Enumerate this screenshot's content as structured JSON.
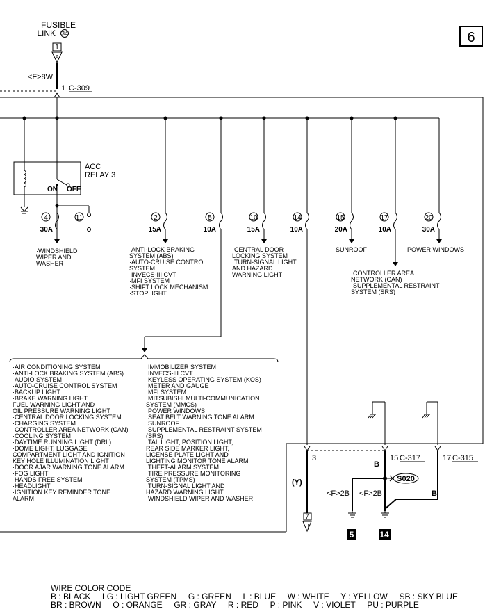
{
  "page_number": "6",
  "source": {
    "title_line1": "FUSIBLE",
    "title_line2": "LINK",
    "link_number": "34",
    "terminal": "1",
    "connector_code": "A"
  },
  "main_wire": {
    "spec": "<F>8W",
    "pin": "1",
    "connector": "C-309"
  },
  "relay": {
    "line1": "ACC",
    "line2": "RELAY 3",
    "on_label": "ON",
    "off_label": "OFF"
  },
  "fuses": [
    {
      "num": "4",
      "amp": "30A"
    },
    {
      "num": "11",
      "amp": ""
    },
    {
      "num": "2",
      "amp": "15A"
    },
    {
      "num": "5",
      "amp": "10A"
    },
    {
      "num": "10",
      "amp": "15A"
    },
    {
      "num": "14",
      "amp": "10A"
    },
    {
      "num": "15",
      "amp": "20A"
    },
    {
      "num": "17",
      "amp": "10A"
    },
    {
      "num": "20",
      "amp": "30A"
    }
  ],
  "fuse4_loads": [
    "·WINDSHIELD",
    "WIPER AND",
    "WASHER"
  ],
  "fuse2_loads": [
    "·ANTI-LOCK BRAKING",
    "SYSTEM (ABS)",
    "·AUTO-CRUISE CONTROL",
    "SYSTEM",
    "·INVECS-III CVT",
    "·MFI SYSTEM",
    "·SHIFT LOCK MECHANISM",
    "·STOPLIGHT"
  ],
  "fuse10_loads": [
    "·CENTRAL DOOR",
    "LOCKING SYSTEM",
    "·TURN-SIGNAL LIGHT",
    "AND HAZARD",
    "WARNING LIGHT"
  ],
  "fuse15_load": "SUNROOF",
  "fuse20_load": "POWER WINDOWS",
  "fuse17_loads": [
    "·CONTROLLER AREA",
    "NETWORK (CAN)",
    "·SUPPLEMENTAL RESTRAINT",
    "SYSTEM (SRS)"
  ],
  "fuse5_loads_left": [
    "·AIR CONDITIONING SYSTEM",
    "·ANTI-LOCK BRAKING SYSTEM (ABS)",
    "·AUDIO SYSTEM",
    "·AUTO-CRUISE CONTROL SYSTEM",
    "·BACKUP LIGHT",
    "·BRAKE WARNING LIGHT,",
    "FUEL WARNING LIGHT AND",
    "OIL PRESSURE WARNING LIGHT",
    "·CENTRAL DOOR LOCKING SYSTEM",
    "·CHARGING SYSTEM",
    "·CONTROLLER AREA NETWORK (CAN)",
    "·COOLING SYSTEM",
    "·DAYTIME RUNNING LIGHT (DRL)",
    "·DOME LIGHT, LUGGAGE",
    "COMPARTMENT LIGHT AND IGNITION",
    "KEY HOLE ILLUMINATION LIGHT",
    "·DOOR AJAR WARNING TONE ALARM",
    "·FOG LIGHT",
    "·HANDS FREE SYSTEM",
    "·HEADLIGHT",
    "·IGNITION KEY REMINDER TONE",
    "ALARM"
  ],
  "fuse5_loads_right": [
    "·IMMOBILIZER SYSTEM",
    "·INVECS-III CVT",
    "·KEYLESS OPERATING SYSTEM (KOS)",
    "·METER AND GAUGE",
    "·MFI SYSTEM",
    "·MITSUBISHI MULTI-COMMUNICATION",
    "SYSTEM (MMCS)",
    "·POWER WINDOWS",
    "·SEAT BELT WARNING TONE ALARM",
    "·SUNROOF",
    "·SUPPLEMENTAL RESTRAINT SYSTEM",
    "(SRS)",
    "·TAILLIGHT, POSITION LIGHT,",
    "REAR SIDE MARKER LIGHT,",
    "LICENSE PLATE LIGHT AND",
    "LIGHTING MONITOR TONE ALARM",
    "·THEFT-ALARM SYSTEM",
    "·TIRE PRESSURE MONITORING",
    "SYSTEM (TPMS)",
    "·TURN-SIGNAL LIGHT AND",
    "HAZARD WARNING LIGHT",
    "·WINDSHIELD WIPER AND WASHER"
  ],
  "ground_section": {
    "pin_left": "3",
    "wire_y": "(Y)",
    "pin_mid": "15",
    "conn_mid": "C-317",
    "pin_right": "17",
    "conn_right": "C-315",
    "wire_b_mid": "B",
    "wire_b_right": "B",
    "splice": "S020",
    "gnd_spec_left": "<F>2B",
    "gnd_spec_right": "<F>2B",
    "ground_left": "5",
    "ground_right": "14",
    "dest_page": "7",
    "dest_code": "H"
  },
  "wire_color_code": {
    "title": "WIRE COLOR CODE",
    "line1": "B : BLACK     LG : LIGHT GREEN     G : GREEN     L : BLUE     W : WHITE     Y : YELLOW     SB : SKY BLUE",
    "line2": "BR : BROWN     O : ORANGE     GR : GRAY     R : RED     P : PINK     V : VIOLET     PU : PURPLE"
  }
}
